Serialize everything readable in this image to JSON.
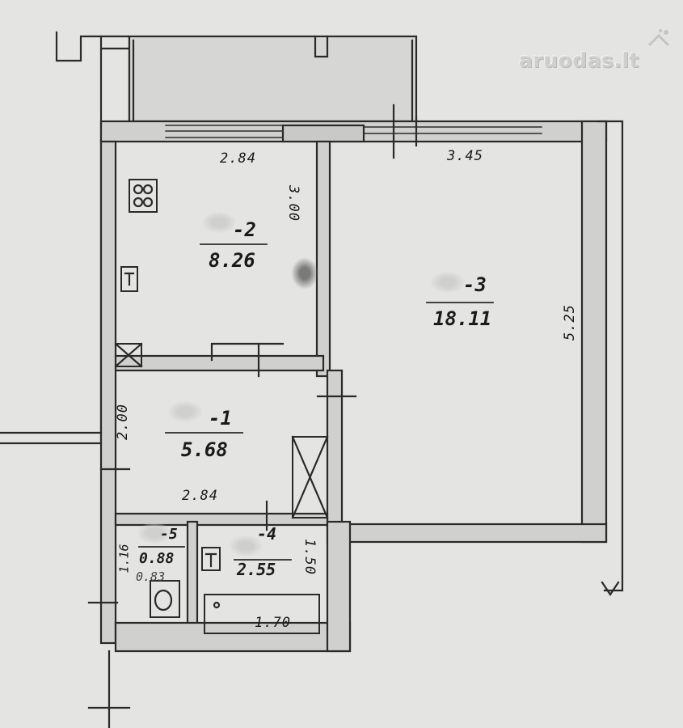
{
  "watermark": {
    "brand": "aruodas.lt"
  },
  "rooms": [
    {
      "id": "2",
      "area": "8.26",
      "number_label": "-2"
    },
    {
      "id": "3",
      "area": "18.11",
      "number_label": "-3"
    },
    {
      "id": "1",
      "area": "5.68",
      "number_label": "-1"
    },
    {
      "id": "4",
      "area": "2.55",
      "number_label": "-4"
    },
    {
      "id": "5",
      "area": "0.88",
      "number_label": "-5"
    }
  ],
  "dimensions": {
    "room2_width": "2.84",
    "room2_height": "3.00",
    "room3_width": "3.45",
    "room3_height": "5.25",
    "hall_height": "2.00",
    "hall_width": "2.84",
    "wc_height": "1.16",
    "wc_width": "0.83",
    "bath_height": "1.50",
    "bathtub_length": "1.70"
  },
  "colors": {
    "paper": "#e4e4e2",
    "ink": "#1a1a1a",
    "wall": "#cfcfcd"
  }
}
